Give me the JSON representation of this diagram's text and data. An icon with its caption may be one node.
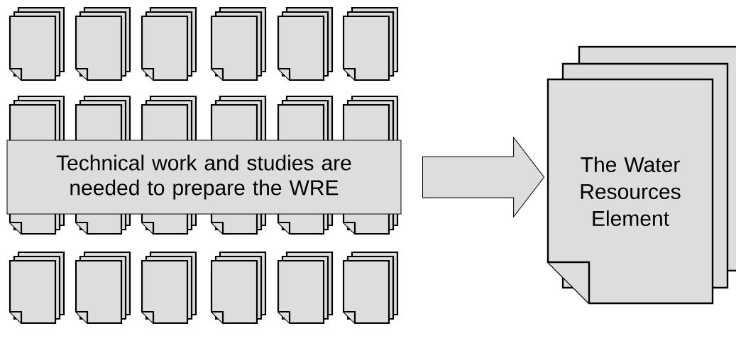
{
  "diagram": {
    "nodes": [
      {
        "text": [
          "Technical work and studies are needed to prepare the WRE"
        ]
      },
      {
        "text": [
          "The Water Resources Element"
        ]
      }
    ],
    "edges": [
      {
        "from": 0,
        "to": 1,
        "arrow": "to"
      }
    ]
  }
}
